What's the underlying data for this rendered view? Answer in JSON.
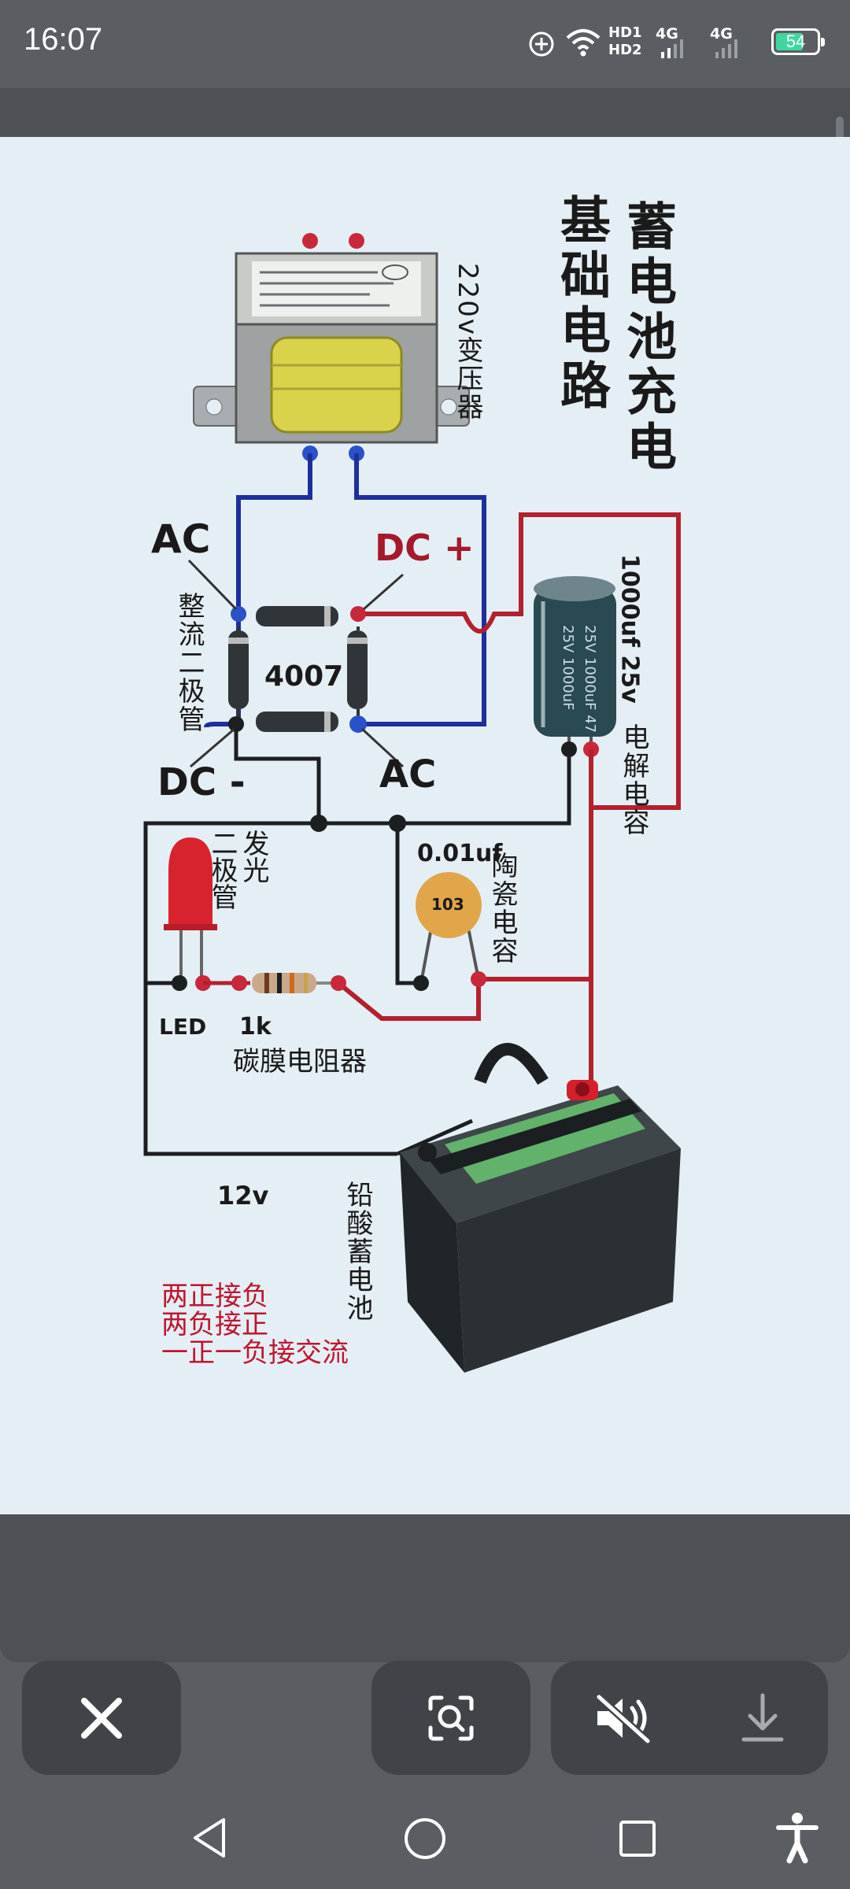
{
  "status_bar": {
    "time": "16:07",
    "hd1": "HD1",
    "hd2": "HD2",
    "net1": "4G",
    "net2": "4G",
    "battery": "54"
  },
  "diagram": {
    "title_col1": "蓄电池充电",
    "title_col2": "基础电路",
    "transformer_label": "220v变压器",
    "label_ac_top": "AC",
    "label_dc_plus": "DC +",
    "label_dc_minus": "DC -",
    "label_ac_bottom": "AC",
    "rectifier_label": "整流二极管",
    "rectifier_model": "4007",
    "capacitor_label": "1000uf 25v",
    "capacitor_type": "电解电容",
    "ceramic_value": "0.01uf",
    "ceramic_code": "103",
    "ceramic_type": "陶瓷电容",
    "led_label_col1": "发光",
    "led_label_col2": "二极管",
    "led_text": "LED",
    "resistor_value": "1k",
    "resistor_label": "碳膜电阻器",
    "voltage": "12v",
    "battery_label": "铅酸蓄电池",
    "note1": "两正接负",
    "note2": "两负接正",
    "note3": "一正一负接交流"
  },
  "actions": {
    "close": "close-icon",
    "lens": "image-search-icon",
    "mute": "volume-off-icon",
    "download": "download-icon"
  },
  "colors": {
    "blue_wire": "#1d2f9c",
    "red_wire": "#b3202e",
    "note_red": "#c0142f",
    "cap_teal": "#2a4a52"
  }
}
